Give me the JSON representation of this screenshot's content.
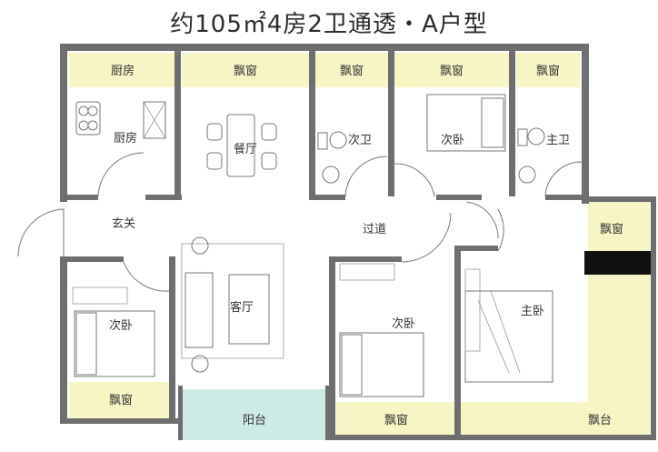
{
  "title": "约105㎡4房2卫通透・A户型",
  "rooms": {
    "kitchen_window": "厨房",
    "kitchen": "厨房",
    "dining_window": "飘窗",
    "dining": "餐厅",
    "bath2_window": "飘窗",
    "bath2": "次卫",
    "bed_top_window": "飘窗",
    "bed_top": "次卧",
    "master_bath_window": "飘窗",
    "master_bath": "主卫",
    "entrance": "玄关",
    "corridor": "过道",
    "right_window": "飘窗",
    "living": "客厅",
    "bed_left": "次卧",
    "bed_left_window": "飘窗",
    "balcony": "阳台",
    "bed_mid": "次卧",
    "bed_mid_window": "飘窗",
    "master": "主卧",
    "master_balcony": "飘台"
  },
  "colors": {
    "window_fill": "#f6f5c3",
    "balcony_fill": "#cdebe6",
    "wall": "#6e6e6e",
    "black_block": "#111111"
  }
}
